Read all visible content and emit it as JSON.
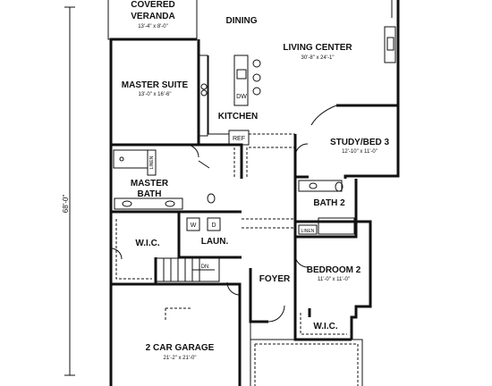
{
  "plan": {
    "overall_depth": "68'-0\"",
    "rooms": {
      "covered_veranda": {
        "name_line1": "COVERED",
        "name_line2": "VERANDA",
        "size": "13'-4\" x 8'-0\""
      },
      "dining": {
        "name": "DINING"
      },
      "living_center": {
        "name": "LIVING CENTER",
        "size": "30'-8\" x 24'-1\""
      },
      "master_suite": {
        "name": "MASTER SUITE",
        "size": "13'-0\" x 16'-6\""
      },
      "kitchen": {
        "name": "KITCHEN"
      },
      "study_bed3": {
        "name": "STUDY/BED 3",
        "size": "12'-10\" x 11'-0\""
      },
      "master_bath": {
        "name_line1": "MASTER",
        "name_line2": "BATH"
      },
      "bath2": {
        "name": "BATH 2"
      },
      "wic_master": {
        "name": "W.I.C."
      },
      "laundry": {
        "name": "LAUN."
      },
      "foyer": {
        "name": "FOYER"
      },
      "bedroom2": {
        "name": "BEDROOM 2",
        "size": "11'-0\" x 11'-0\""
      },
      "wic_bed2": {
        "name": "W.I.C."
      },
      "garage": {
        "name": "2 CAR GARAGE",
        "size": "21'-2\" x 21'-0\""
      }
    },
    "fixtures": {
      "dishwasher": "DW",
      "refrigerator": "REF",
      "linen_master": "LINEN",
      "linen_bath2": "LINEN",
      "washer": "W",
      "dryer": "D",
      "stair": "DN"
    }
  }
}
